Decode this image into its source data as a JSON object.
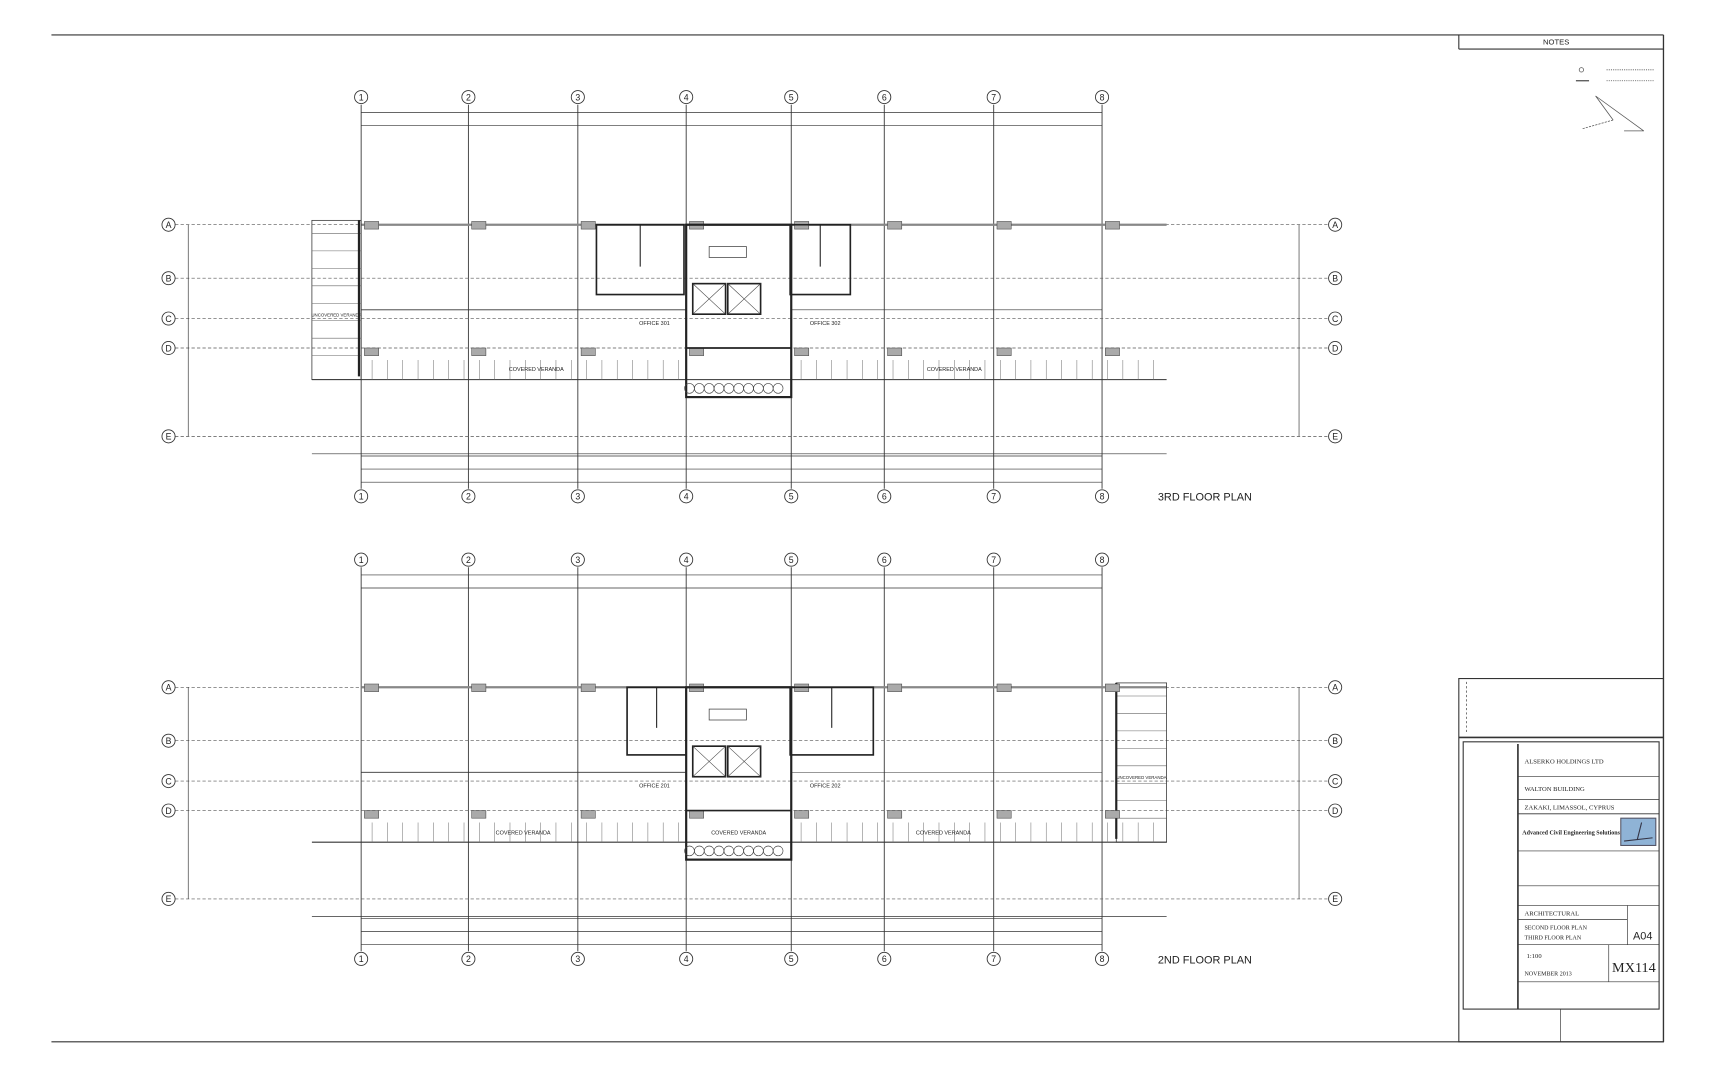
{
  "sheet": {
    "notes_header": "NOTES"
  },
  "plans": [
    {
      "title": "3RD FLOOR PLAN",
      "columns": [
        "1",
        "2",
        "3",
        "4",
        "5",
        "6",
        "7",
        "8"
      ],
      "rows": [
        "A",
        "B",
        "C",
        "D",
        "E"
      ],
      "rooms": {
        "office_left": "OFFICE 301",
        "office_right": "OFFICE 302",
        "veranda_left": "COVERED VERANDA",
        "veranda_right": "COVERED VERANDA",
        "covered_veranda_end": "UNCOVERED VERANDA"
      }
    },
    {
      "title": "2ND FLOOR PLAN",
      "columns": [
        "1",
        "2",
        "3",
        "4",
        "5",
        "6",
        "7",
        "8"
      ],
      "rows": [
        "A",
        "B",
        "C",
        "D",
        "E"
      ],
      "rooms": {
        "office_left": "OFFICE 201",
        "office_right": "OFFICE 202",
        "veranda_left": "COVERED VERANDA",
        "veranda_center": "COVERED VERANDA",
        "veranda_right": "COVERED VERANDA",
        "covered_veranda_end": "UNCOVERED VERANDA"
      }
    }
  ],
  "title_block": {
    "client": "ALSERKO HOLDINGS LTD",
    "project": "WALTON BUILDING",
    "location": "ZAKAKI, LIMASSOL, CYPRUS",
    "engineer": "Advanced Civil Engineering Solutions",
    "discipline": "ARCHITECTURAL",
    "drawing_title_1": "SECOND FLOOR PLAN",
    "drawing_title_2": "THIRD FLOOR PLAN",
    "drawing_no": "A04",
    "scale": "1:100",
    "date": "NOVEMBER 2013",
    "job_no": "MX114"
  }
}
